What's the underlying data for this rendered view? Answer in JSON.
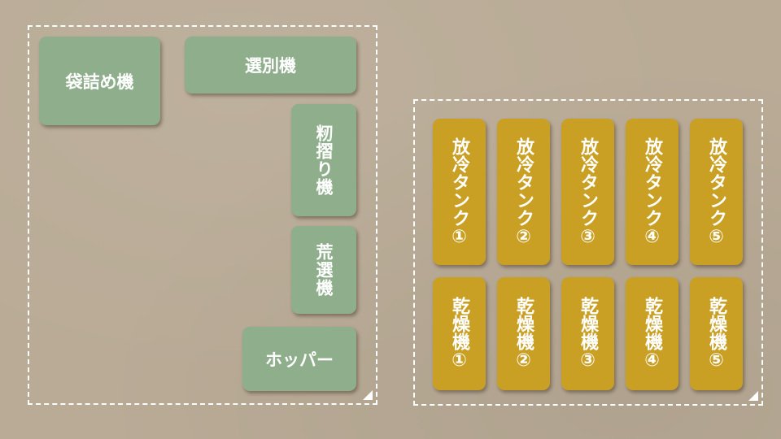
{
  "left_group": {
    "machines": {
      "bagging": "袋詰め機",
      "sorter": "選別機",
      "husker": "籾摺り機",
      "rough_sorter": "荒選機",
      "hopper": "ホッパー"
    }
  },
  "right_group": {
    "tanks": [
      {
        "label": "放冷タンク①"
      },
      {
        "label": "放冷タンク②"
      },
      {
        "label": "放冷タンク③"
      },
      {
        "label": "放冷タンク④"
      },
      {
        "label": "放冷タンク⑤"
      }
    ],
    "dryers": [
      {
        "label": "乾燥機①"
      },
      {
        "label": "乾燥機②"
      },
      {
        "label": "乾燥機③"
      },
      {
        "label": "乾燥機④"
      },
      {
        "label": "乾燥機⑤"
      }
    ]
  },
  "colors": {
    "background": "#b9ab96",
    "machine_green": "#8fae8c",
    "tank_gold": "#c9a024",
    "text": "#ffffff",
    "group_border": "#ffffff"
  }
}
